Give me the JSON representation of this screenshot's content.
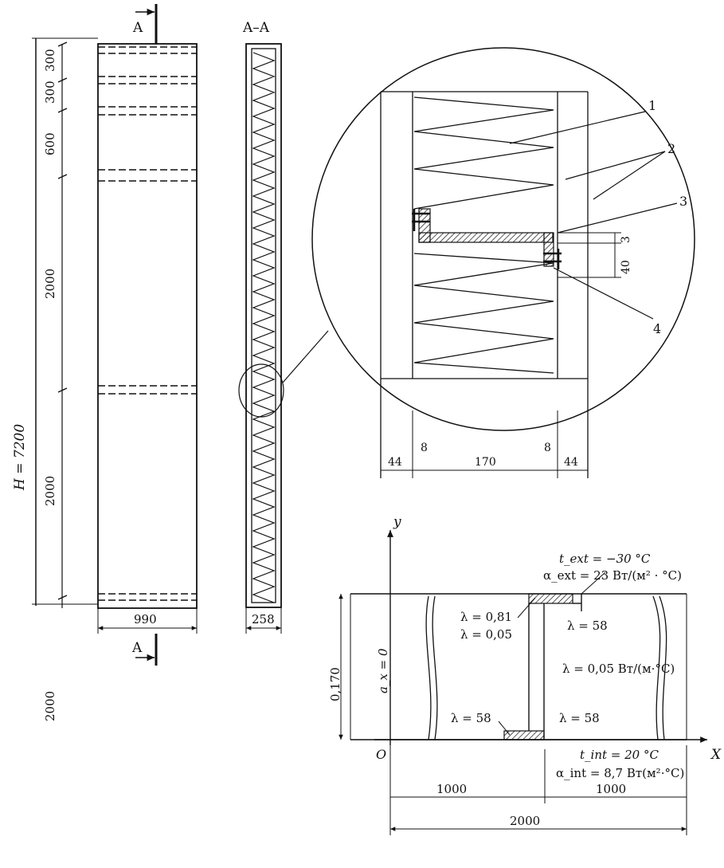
{
  "section_mark": "A",
  "section_title": "A–A",
  "panel": {
    "height_label": "H = 7200",
    "segments": [
      "300",
      "300",
      "600",
      "2000",
      "2000",
      "2000"
    ],
    "width": "990",
    "thickness": "258"
  },
  "detail": {
    "callouts": [
      "1",
      "2",
      "3",
      "4"
    ],
    "dims_right": [
      "3",
      "40"
    ],
    "dims_bottom": [
      "44",
      "8",
      "170",
      "8",
      "44"
    ]
  },
  "model": {
    "y_axis": "y",
    "x_axis": "X",
    "origin": "O",
    "t_ext": "t_ext = −30 °C",
    "alpha_ext": "α_ext = 23 Вт/(м² · °C)",
    "lambda_081": "λ = 0,81",
    "lambda_005a": "λ = 0,05",
    "lambda_58_top": "λ = 58",
    "lambda_005_insul": "λ = 0,05 Вт/(м·°C)",
    "lambda_58_bl": "λ = 58",
    "lambda_58_br": "λ = 58",
    "height": "0,170",
    "ax_label": "a_x = 0",
    "t_int": "t_int = 20 °C",
    "alpha_int": "α_int = 8,7 Вт(м²·°C)",
    "dim_left": "1000",
    "dim_right": "1000",
    "dim_total": "2000"
  }
}
